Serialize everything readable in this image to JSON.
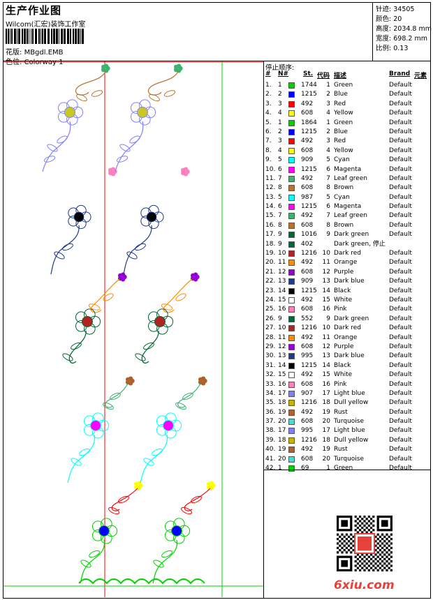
{
  "header": {
    "title": "生产作业图",
    "company": "Wilcom(汇宏)装饰工作室",
    "file_label": "花版:",
    "file_value": "MBgdl.EMB",
    "colorway_label": "色位:",
    "colorway_value": "Colorway 1"
  },
  "stats": [
    {
      "label": "针迹:",
      "value": "34505"
    },
    {
      "label": "颜色:",
      "value": "20"
    },
    {
      "label": "高度:",
      "value": "2034.8 mm"
    },
    {
      "label": "宽度:",
      "value": "698.2 mm"
    },
    {
      "label": "比例:",
      "value": "0.13"
    }
  ],
  "table": {
    "stop_title": "停止顺序:",
    "headers": {
      "num": "#",
      "n": "N#",
      "st": "St.",
      "code": "代码",
      "desc": "描述",
      "brand": "Brand",
      "elem": "元素"
    },
    "rows": [
      {
        "num": "1.",
        "n": "1",
        "color": "#00d200",
        "st": "1744",
        "code": "1",
        "desc": "Green",
        "brand": "Default"
      },
      {
        "num": "2.",
        "n": "2",
        "color": "#0000ff",
        "st": "1215",
        "code": "2",
        "desc": "Blue",
        "brand": "Default"
      },
      {
        "num": "3.",
        "n": "3",
        "color": "#ff0000",
        "st": "492",
        "code": "3",
        "desc": "Red",
        "brand": "Default"
      },
      {
        "num": "4.",
        "n": "4",
        "color": "#ffff00",
        "st": "608",
        "code": "4",
        "desc": "Yellow",
        "brand": "Default"
      },
      {
        "num": "5.",
        "n": "1",
        "color": "#00d200",
        "st": "1864",
        "code": "1",
        "desc": "Green",
        "brand": "Default"
      },
      {
        "num": "6.",
        "n": "2",
        "color": "#0000ff",
        "st": "1215",
        "code": "2",
        "desc": "Blue",
        "brand": "Default"
      },
      {
        "num": "7.",
        "n": "3",
        "color": "#ff0000",
        "st": "492",
        "code": "3",
        "desc": "Red",
        "brand": "Default"
      },
      {
        "num": "8.",
        "n": "4",
        "color": "#ffff00",
        "st": "608",
        "code": "4",
        "desc": "Yellow",
        "brand": "Default"
      },
      {
        "num": "9.",
        "n": "5",
        "color": "#00ffff",
        "st": "909",
        "code": "5",
        "desc": "Cyan",
        "brand": "Default"
      },
      {
        "num": "10.",
        "n": "6",
        "color": "#ff00ff",
        "st": "1215",
        "code": "6",
        "desc": "Magenta",
        "brand": "Default"
      },
      {
        "num": "11.",
        "n": "7",
        "color": "#3cb371",
        "st": "492",
        "code": "7",
        "desc": "Leaf green",
        "brand": "Default"
      },
      {
        "num": "12.",
        "n": "8",
        "color": "#b8732e",
        "st": "608",
        "code": "8",
        "desc": "Brown",
        "brand": "Default"
      },
      {
        "num": "13.",
        "n": "5",
        "color": "#00ffff",
        "st": "987",
        "code": "5",
        "desc": "Cyan",
        "brand": "Default"
      },
      {
        "num": "14.",
        "n": "6",
        "color": "#ff00ff",
        "st": "1215",
        "code": "6",
        "desc": "Magenta",
        "brand": "Default"
      },
      {
        "num": "15.",
        "n": "7",
        "color": "#3cb371",
        "st": "492",
        "code": "7",
        "desc": "Leaf green",
        "brand": "Default"
      },
      {
        "num": "16.",
        "n": "8",
        "color": "#b8732e",
        "st": "608",
        "code": "8",
        "desc": "Brown",
        "brand": "Default"
      },
      {
        "num": "17.",
        "n": "9",
        "color": "#006633",
        "st": "1016",
        "code": "9",
        "desc": "Dark green",
        "brand": "Default"
      },
      {
        "num": "18.",
        "n": "9",
        "color": "#006633",
        "st": "402",
        "code": "",
        "desc": "Dark green, 停止",
        "brand": ""
      },
      {
        "num": "19.",
        "n": "10",
        "color": "#b22222",
        "st": "1216",
        "code": "10",
        "desc": "Dark red",
        "brand": "Default"
      },
      {
        "num": "20.",
        "n": "11",
        "color": "#ff8c00",
        "st": "492",
        "code": "11",
        "desc": "Orange",
        "brand": "Default"
      },
      {
        "num": "21.",
        "n": "12",
        "color": "#9400d3",
        "st": "608",
        "code": "12",
        "desc": "Purple",
        "brand": "Default"
      },
      {
        "num": "22.",
        "n": "13",
        "color": "#1e3a8a",
        "st": "909",
        "code": "13",
        "desc": "Dark blue",
        "brand": "Default"
      },
      {
        "num": "23.",
        "n": "14",
        "color": "#000000",
        "st": "1215",
        "code": "14",
        "desc": "Black",
        "brand": "Default"
      },
      {
        "num": "24.",
        "n": "15",
        "color": "#ffffff",
        "st": "492",
        "code": "15",
        "desc": "White",
        "brand": "Default"
      },
      {
        "num": "25.",
        "n": "16",
        "color": "#ff80c0",
        "st": "608",
        "code": "16",
        "desc": "Pink",
        "brand": "Default"
      },
      {
        "num": "26.",
        "n": "9",
        "color": "#006633",
        "st": "552",
        "code": "9",
        "desc": "Dark green",
        "brand": "Default"
      },
      {
        "num": "27.",
        "n": "10",
        "color": "#b22222",
        "st": "1216",
        "code": "10",
        "desc": "Dark red",
        "brand": "Default"
      },
      {
        "num": "28.",
        "n": "11",
        "color": "#ff8c00",
        "st": "492",
        "code": "11",
        "desc": "Orange",
        "brand": "Default"
      },
      {
        "num": "29.",
        "n": "12",
        "color": "#9400d3",
        "st": "608",
        "code": "12",
        "desc": "Purple",
        "brand": "Default"
      },
      {
        "num": "30.",
        "n": "13",
        "color": "#1e3a8a",
        "st": "995",
        "code": "13",
        "desc": "Dark blue",
        "brand": "Default"
      },
      {
        "num": "31.",
        "n": "14",
        "color": "#000000",
        "st": "1215",
        "code": "14",
        "desc": "Black",
        "brand": "Default"
      },
      {
        "num": "32.",
        "n": "15",
        "color": "#ffffff",
        "st": "492",
        "code": "15",
        "desc": "White",
        "brand": "Default"
      },
      {
        "num": "33.",
        "n": "16",
        "color": "#ff80c0",
        "st": "608",
        "code": "16",
        "desc": "Pink",
        "brand": "Default"
      },
      {
        "num": "34.",
        "n": "17",
        "color": "#8080ff",
        "st": "907",
        "code": "17",
        "desc": "Light blue",
        "brand": "Default"
      },
      {
        "num": "35.",
        "n": "18",
        "color": "#c8b400",
        "st": "1216",
        "code": "18",
        "desc": "Dull yellow",
        "brand": "Default"
      },
      {
        "num": "36.",
        "n": "19",
        "color": "#b0602a",
        "st": "492",
        "code": "19",
        "desc": "Rust",
        "brand": "Default"
      },
      {
        "num": "37.",
        "n": "20",
        "color": "#40e0d0",
        "st": "608",
        "code": "20",
        "desc": "Turquoise",
        "brand": "Default"
      },
      {
        "num": "38.",
        "n": "17",
        "color": "#8080ff",
        "st": "995",
        "code": "17",
        "desc": "Light blue",
        "brand": "Default"
      },
      {
        "num": "39.",
        "n": "18",
        "color": "#c8b400",
        "st": "1216",
        "code": "18",
        "desc": "Dull yellow",
        "brand": "Default"
      },
      {
        "num": "40.",
        "n": "19",
        "color": "#b0602a",
        "st": "492",
        "code": "19",
        "desc": "Rust",
        "brand": "Default"
      },
      {
        "num": "41.",
        "n": "20",
        "color": "#40e0d0",
        "st": "608",
        "code": "20",
        "desc": "Turquoise",
        "brand": "Default"
      },
      {
        "num": "42.",
        "n": "1",
        "color": "#00d200",
        "st": "69",
        "code": "1",
        "desc": "Green",
        "brand": "Default"
      }
    ]
  },
  "watermark": "6xiu.com"
}
